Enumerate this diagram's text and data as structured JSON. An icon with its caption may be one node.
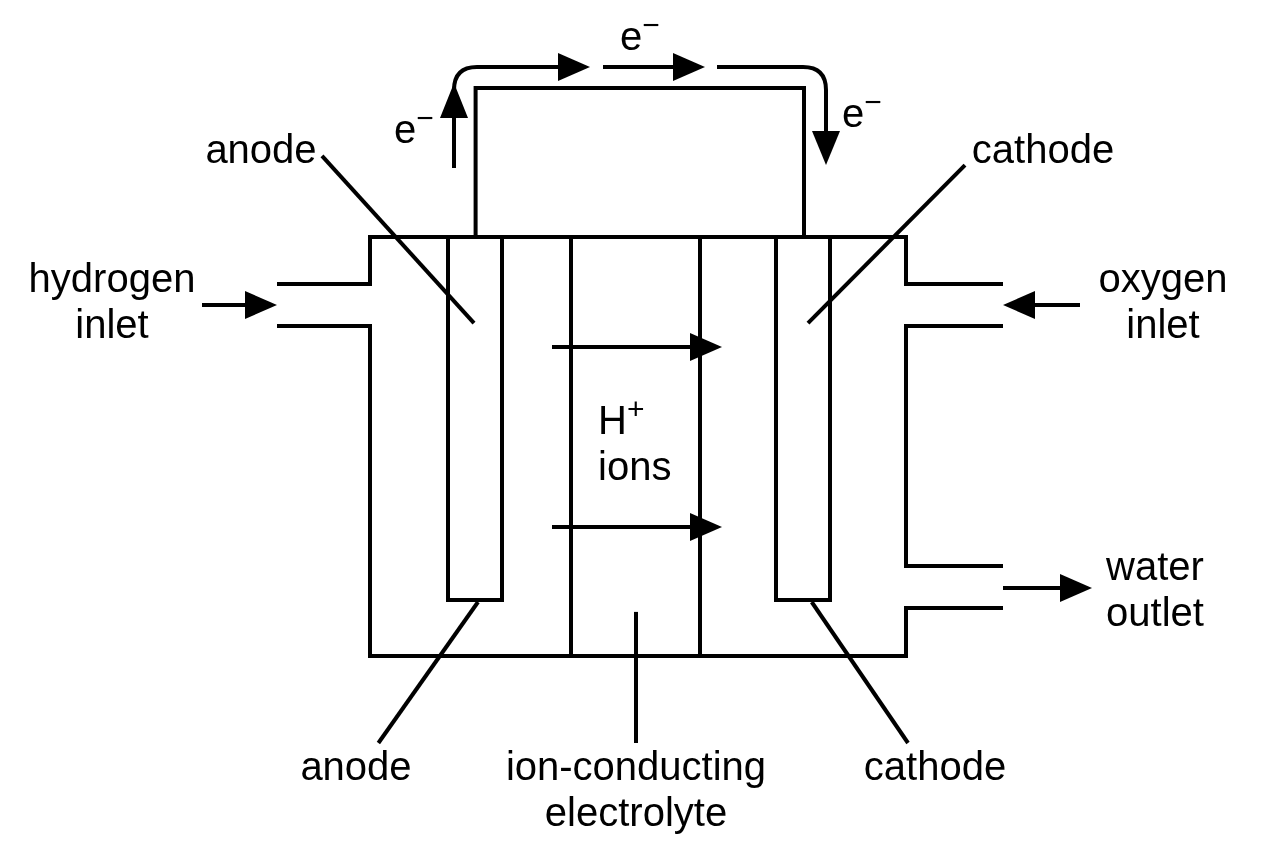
{
  "diagram": {
    "nodes": [
      {
        "text": [
          "anode"
        ]
      },
      {
        "text": [
          "cathode"
        ]
      },
      {
        "text": [
          "hydrogen inlet"
        ]
      },
      {
        "text": [],
        "shape": "box"
      },
      {
        "text": [],
        "shape": "box",
        "in": 3
      },
      {
        "text": [],
        "shape": "band",
        "in": 3
      },
      {
        "text": [],
        "shape": "box",
        "in": 3
      },
      {
        "text": [
          "oxygen inlet"
        ]
      },
      {
        "text": [
          "water outlet"
        ]
      },
      {
        "text": [
          "anode"
        ]
      },
      {
        "text": [
          "ion-conducting electrolyte"
        ]
      },
      {
        "text": [
          "cathode"
        ]
      }
    ],
    "edges": [
      {
        "from": 0,
        "to": 4,
        "arrow": "none"
      },
      {
        "from": 1,
        "to": 6,
        "arrow": "none"
      },
      {
        "from": 2,
        "to": 3,
        "arrow": "to"
      },
      {
        "from": 7,
        "to": 3,
        "arrow": "to"
      },
      {
        "from": 3,
        "to": 8,
        "arrow": "to"
      },
      {
        "from": 4,
        "to": 6,
        "arrow": "none"
      },
      {
        "from": 9,
        "to": 4,
        "arrow": "none"
      },
      {
        "from": 10,
        "to": 5,
        "arrow": "none"
      },
      {
        "from": 11,
        "to": 6,
        "arrow": "none"
      }
    ],
    "labels": [
      "e$^{−}$",
      "e$^{−}$",
      "e$^{−}$",
      "H$^{+}$ ions"
    ]
  }
}
